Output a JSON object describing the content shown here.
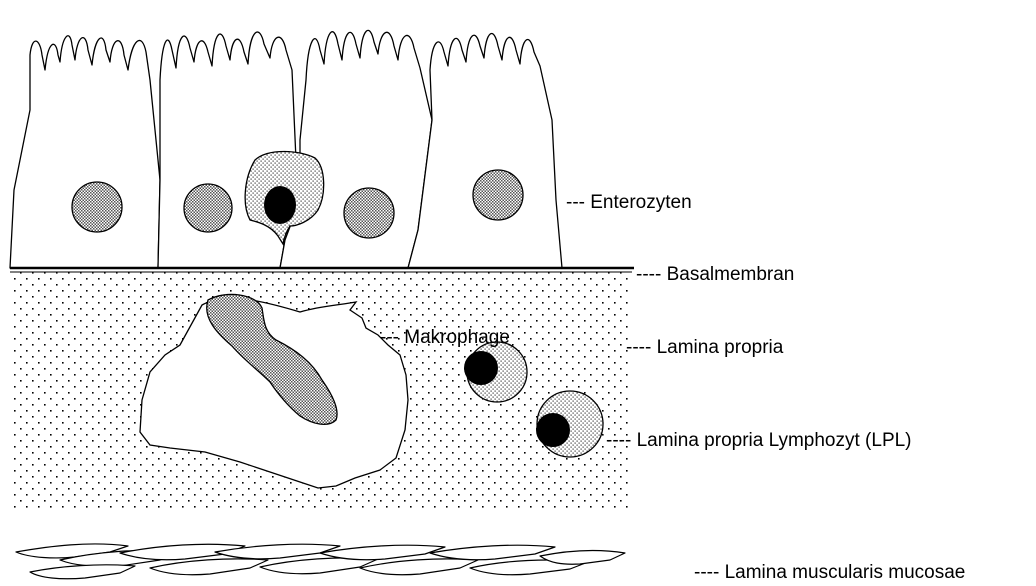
{
  "labels": {
    "enterozyten": "--- Enterozyten",
    "basalmembran": "---- Basalmembran",
    "makrophage": "--- Makrophage",
    "lamina_propria": "---- Lamina propria",
    "lpl": "---- Lamina propria Lymphozyt (LPL)",
    "muscularis": "---- Lamina muscularis mucosae"
  },
  "colors": {
    "nucleus_pattern": "#000000",
    "background": "#ffffff"
  }
}
